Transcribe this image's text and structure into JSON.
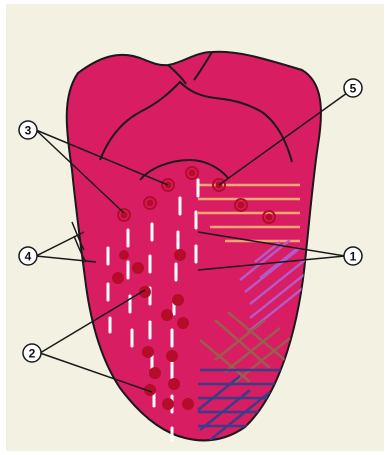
{
  "figure": {
    "colors": {
      "background": "#f3f1e2",
      "tongue": "#d81d62",
      "outline": "#1a1a1a",
      "papillae_fungiform": "#b50c2a",
      "dash_lines": "#ffffff",
      "hatch_orange": "#f1a774",
      "hatch_purple": "#b559c9",
      "hatch_brown": "#9a5e50",
      "hatch_navy": "#3a3d8a"
    },
    "labels": [
      {
        "key": "1",
        "text": "1"
      },
      {
        "key": "2",
        "text": "2"
      },
      {
        "key": "3",
        "text": "3"
      },
      {
        "key": "4",
        "text": "4"
      },
      {
        "key": "5",
        "text": "5"
      }
    ]
  }
}
